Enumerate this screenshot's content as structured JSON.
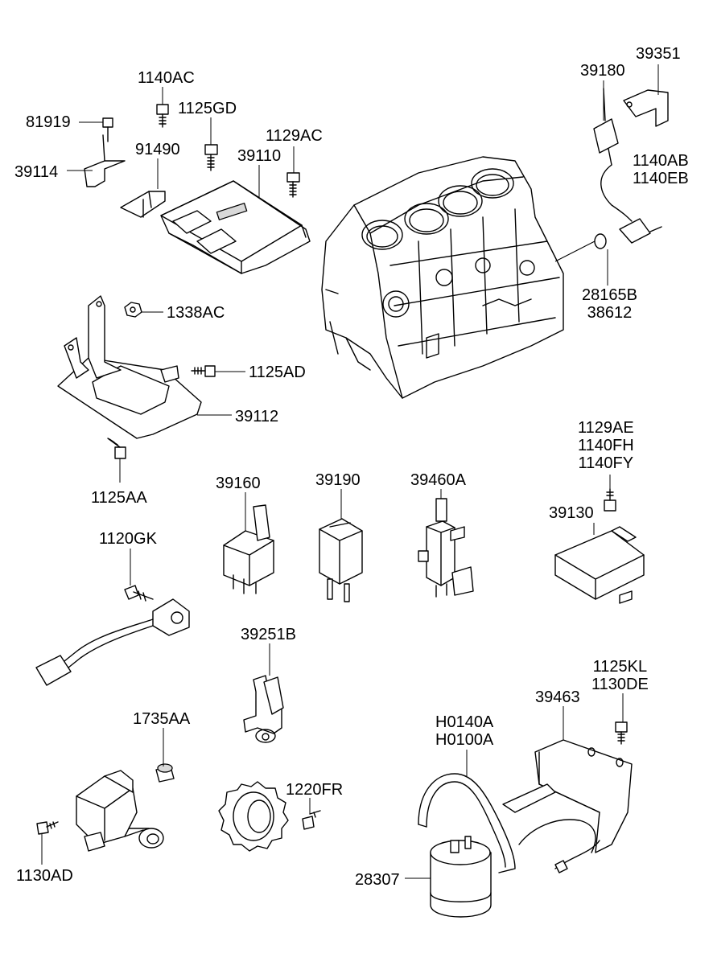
{
  "labels": {
    "p1140AC": "1140AC",
    "p81919": "81919",
    "p1125GD": "1125GD",
    "p1129AC": "1129AC",
    "p91490": "91490",
    "p39110": "39110",
    "p39114": "39114",
    "p1338AC": "1338AC",
    "p1125AD": "1125AD",
    "p39112": "39112",
    "p1125AA": "1125AA",
    "p39180": "39180",
    "p39351": "39351",
    "p1140AB": "1140AB",
    "p1140EB": "1140EB",
    "p28165B": "28165B",
    "p38612": "38612",
    "p1129AE": "1129AE",
    "p1140FH": "1140FH",
    "p1140FY": "1140FY",
    "p39130": "39130",
    "p39160": "39160",
    "p39190": "39190",
    "p39460A": "39460A",
    "p1120GK": "1120GK",
    "p39251B": "39251B",
    "p1125KL": "1125KL",
    "p1130DE": "1130DE",
    "p39463": "39463",
    "p1735AA": "1735AA",
    "pH0140A": "H0140A",
    "pH0100A": "H0100A",
    "p1220FR": "1220FR",
    "p1130AD": "1130AD",
    "p28307": "28307"
  }
}
